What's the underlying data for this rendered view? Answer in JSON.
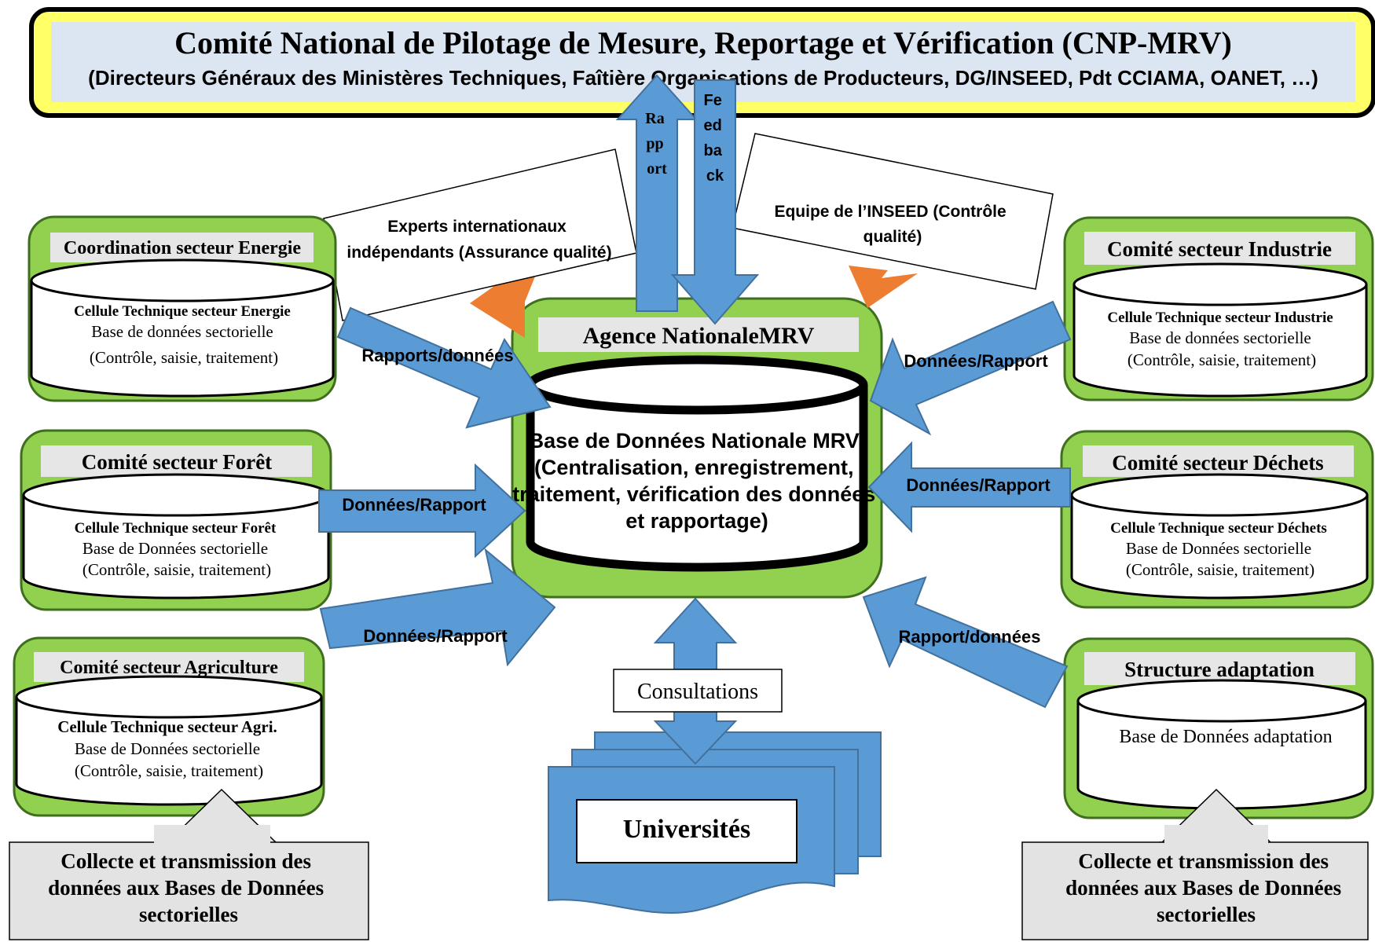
{
  "banner": {
    "title": "Comité National de Pilotage de Mesure, Reportage et Vérification (CNP-MRV)",
    "subtitle": "(Directeurs Généraux des Ministères Techniques, Faîtière Organisations de Producteurs, DG/INSEED, Pdt CCIAMA, OANET, …)"
  },
  "vertical_arrows": {
    "rapport_lines": [
      "Ra",
      "pp",
      "ort"
    ],
    "feedback_lines": [
      "Fe",
      "ed",
      "ba",
      "ck"
    ]
  },
  "quality_boxes": {
    "experts_lines": [
      "Experts internationaux",
      "indépendants (Assurance qualité)"
    ],
    "inseed_lines": [
      "Equipe de l’INSEED (Contrôle",
      "qualité)"
    ]
  },
  "center": {
    "agency_label": "Agence NationaleMRV",
    "db_lines": [
      "Base de Données Nationale MRV",
      "(Centralisation, enregistrement,",
      "traitement, vérification des données",
      "et rapportage)"
    ]
  },
  "sectors": {
    "energie": {
      "title": "Coordination secteur Energie",
      "line1": "Cellule Technique secteur Energie",
      "line2": "Base de données sectorielle",
      "line3": "(Contrôle, saisie, traitement)"
    },
    "foret": {
      "title": "Comité secteur Forêt",
      "line1": "Cellule Technique secteur Forêt",
      "line2": "Base de Données sectorielle",
      "line3": "(Contrôle, saisie, traitement)"
    },
    "agriculture": {
      "title": "Comité secteur Agriculture",
      "line1": "Cellule Technique secteur Agri.",
      "line2": "Base de Données sectorielle",
      "line3": "(Contrôle, saisie, traitement)"
    },
    "industrie": {
      "title": "Comité secteur Industrie",
      "line1": "Cellule Technique secteur Industrie",
      "line2": "Base de données sectorielle",
      "line3": "(Contrôle, saisie, traitement)"
    },
    "dechets": {
      "title": "Comité secteur Déchets",
      "line1": "Cellule Technique secteur Déchets",
      "line2": "Base de Données sectorielle",
      "line3": "(Contrôle, saisie, traitement)"
    },
    "adaptation": {
      "title": "Structure adaptation",
      "line1": "Base de Données adaptation"
    }
  },
  "flow_labels": {
    "energie": "Rapports/données",
    "foret": "Données/Rapport",
    "agriculture": "Données/Rapport",
    "industrie": "Données/Rapport",
    "dechets": "Données/Rapport",
    "adaptation": "Rapport/données"
  },
  "consultations": "Consultations",
  "universites": "Universités",
  "collecte": {
    "lines": [
      "Collecte et transmission des",
      "données aux Bases de Données",
      "sectorielles"
    ]
  },
  "colors": {
    "yellow": "#FFFF66",
    "green": "#92D050",
    "blue_arrow": "#5B9BD5",
    "orange": "#ED7D31",
    "grey_label": "#E6E6E6",
    "grey_box": "#E3E3E3"
  }
}
